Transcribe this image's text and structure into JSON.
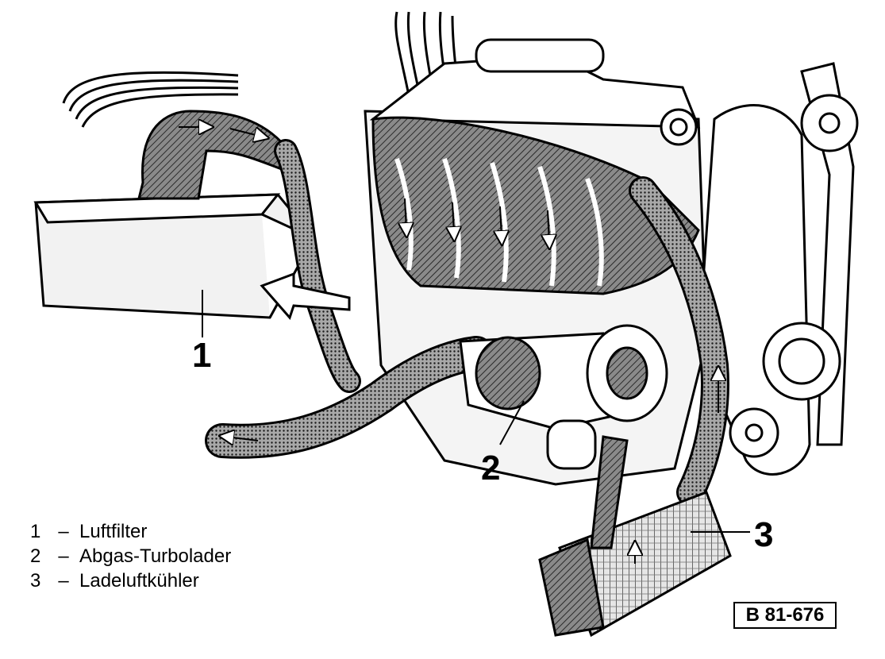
{
  "callouts": {
    "c1": "1",
    "c2": "2",
    "c3": "3"
  },
  "legend": [
    {
      "number": "1",
      "dash": "–",
      "label": "Luftfilter"
    },
    {
      "number": "2",
      "dash": "–",
      "label": "Abgas-Turbolader"
    },
    {
      "number": "3",
      "dash": "–",
      "label": "Ladeluftkühler"
    }
  ],
  "figure_ref": "B 81-676",
  "colors": {
    "ink": "#000000",
    "paper": "#ffffff",
    "shade": "#6b6b6b"
  }
}
